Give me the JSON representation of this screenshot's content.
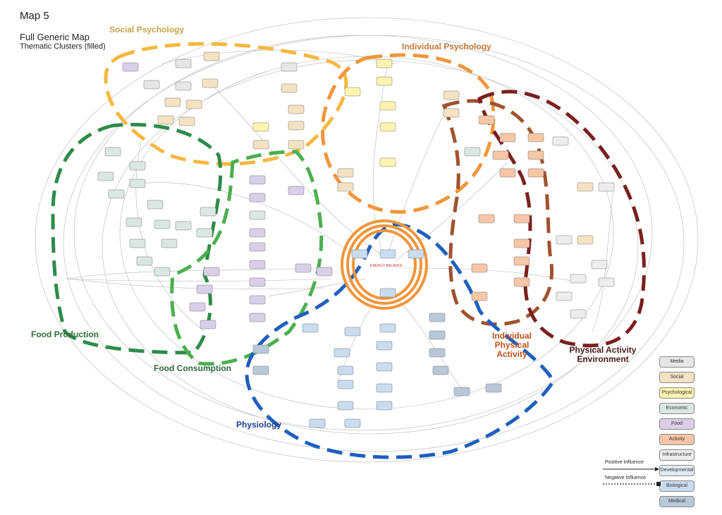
{
  "header": {
    "map_title": "Map 5",
    "subtitle": "Full Generic Map",
    "subtitle2": "Thematic Clusters (filled)"
  },
  "clusters": [
    {
      "name": "Social Psychology",
      "color": "#f5b840"
    },
    {
      "name": "Individual Psychology",
      "color": "#f0963c"
    },
    {
      "name": "Food Production",
      "color": "#2e8b4a"
    },
    {
      "name": "Food Consumption",
      "color": "#4caf50"
    },
    {
      "name": "Individual Physical Activity",
      "color": "#a0522d"
    },
    {
      "name": "Physical Activity Environment",
      "color": "#7a1f1f"
    },
    {
      "name": "Physiology",
      "color": "#1e5fbf"
    }
  ],
  "center_node": {
    "label": "ENERGY BALANCE"
  },
  "legend": {
    "items": [
      {
        "label": "Media",
        "color": "#e6e6e6"
      },
      {
        "label": "Social",
        "color": "#f5e2c2"
      },
      {
        "label": "Psychological",
        "color": "#fff3b0"
      },
      {
        "label": "Economic",
        "color": "#dbe7e2"
      },
      {
        "label": "Food",
        "color": "#d9cfe8"
      },
      {
        "label": "Activity",
        "color": "#f6c6a6"
      },
      {
        "label": "Infrastructure",
        "color": "#ededed"
      },
      {
        "label": "Developmental",
        "color": "#e2ebf4"
      },
      {
        "label": "Biological",
        "color": "#c9dcf0"
      },
      {
        "label": "Medical",
        "color": "#b9c8d8"
      }
    ],
    "positive_label": "Positive Influence",
    "negative_label": "Negative Influence"
  }
}
